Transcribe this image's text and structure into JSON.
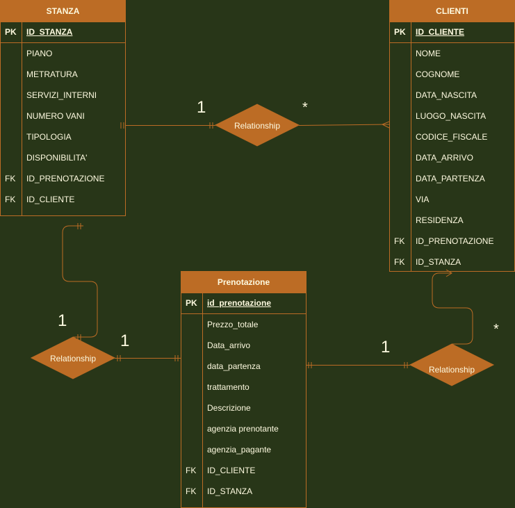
{
  "entities": {
    "stanza": {
      "title": "STANZA",
      "pk": {
        "key": "PK",
        "name": "ID_STANZA"
      },
      "fields": [
        {
          "key": "",
          "name": "PIANO"
        },
        {
          "key": "",
          "name": "METRATURA"
        },
        {
          "key": "",
          "name": "SERVIZI_INTERNI"
        },
        {
          "key": "",
          "name": "NUMERO VANI"
        },
        {
          "key": "",
          "name": "TIPOLOGIA"
        },
        {
          "key": "",
          "name": "DISPONIBILITA'"
        },
        {
          "key": "FK",
          "name": "ID_PRENOTAZIONE"
        },
        {
          "key": "FK",
          "name": "ID_CLIENTE"
        }
      ]
    },
    "clienti": {
      "title": "CLIENTI",
      "pk": {
        "key": "PK",
        "name": "ID_CLIENTE"
      },
      "fields": [
        {
          "key": "",
          "name": "NOME"
        },
        {
          "key": "",
          "name": "COGNOME"
        },
        {
          "key": "",
          "name": "DATA_NASCITA"
        },
        {
          "key": "",
          "name": "LUOGO_NASCITA"
        },
        {
          "key": "",
          "name": "CODICE_FISCALE"
        },
        {
          "key": "",
          "name": "DATA_ARRIVO"
        },
        {
          "key": "",
          "name": "DATA_PARTENZA"
        },
        {
          "key": "",
          "name": "VIA"
        },
        {
          "key": "",
          "name": "RESIDENZA"
        },
        {
          "key": "FK",
          "name": "ID_PRENOTAZIONE"
        },
        {
          "key": "FK",
          "name": "ID_STANZA"
        }
      ]
    },
    "prenotazione": {
      "title": "Prenotazione",
      "pk": {
        "key": "PK",
        "name": "id_prenotazione"
      },
      "fields": [
        {
          "key": "",
          "name": "Prezzo_totale"
        },
        {
          "key": "",
          "name": "Data_arrivo"
        },
        {
          "key": "",
          "name": "data_partenza"
        },
        {
          "key": "",
          "name": "trattamento"
        },
        {
          "key": "",
          "name": "Descrizione"
        },
        {
          "key": "",
          "name": "agenzia prenotante"
        },
        {
          "key": "",
          "name": "agenzia_pagante"
        },
        {
          "key": "FK",
          "name": "ID_CLIENTE"
        },
        {
          "key": "FK",
          "name": "ID_STANZA"
        }
      ]
    }
  },
  "relationships": [
    {
      "label": "Relationship",
      "card_a": "1",
      "card_b": "*"
    },
    {
      "label": "Relationship",
      "card_a": "1",
      "card_b": "1"
    },
    {
      "label": "Relationship",
      "card_a": "1",
      "card_b": "*"
    }
  ],
  "colors": {
    "background": "#283618",
    "accent": "#BC6C25",
    "text": "#FEFAE0"
  }
}
